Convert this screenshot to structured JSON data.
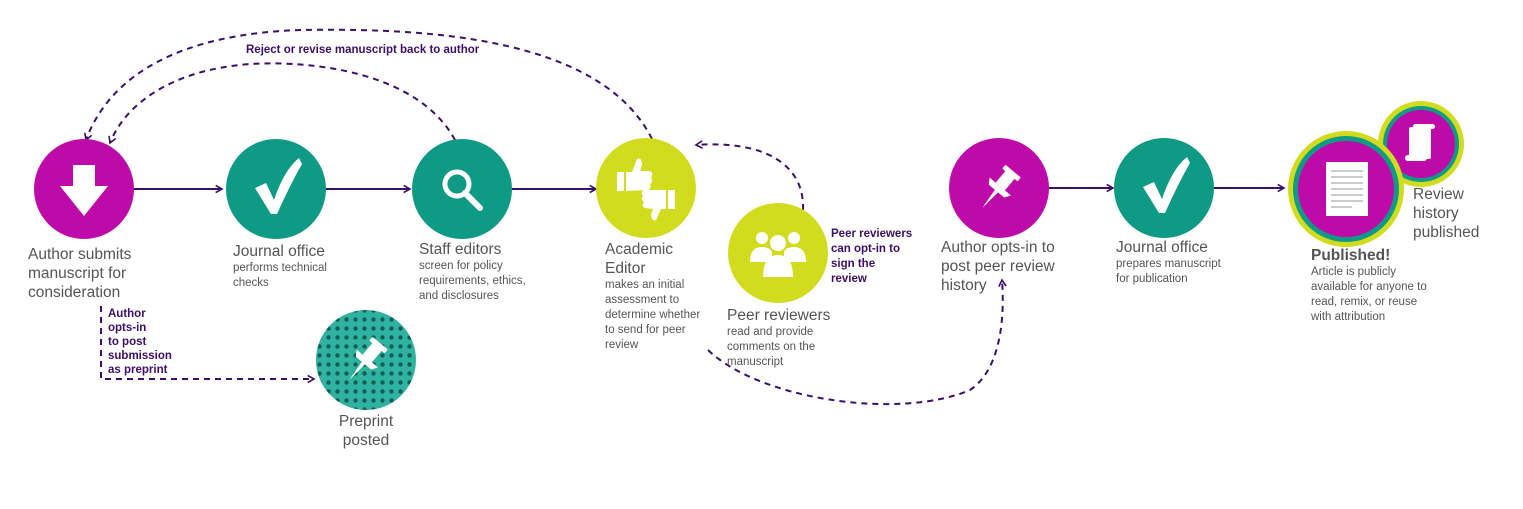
{
  "colors": {
    "magenta": "#be0aa8",
    "teal": "#0f9a85",
    "lime": "#d2dc1e",
    "purple": "#3b0f6b",
    "text": "#555555"
  },
  "steps": {
    "author": {
      "title": "Author submits\nmanuscript for\nconsideration",
      "icon": "download-arrow-icon"
    },
    "journal1": {
      "title": "Journal office",
      "desc": "performs technical\nchecks",
      "icon": "checkmark-icon"
    },
    "staff": {
      "title": "Staff editors",
      "desc": "screen for policy\nrequirements, ethics,\nand disclosures",
      "icon": "magnifier-icon"
    },
    "academic": {
      "title": "Academic\nEditor",
      "desc": "makes an initial\nassessment to\ndetermine whether\nto send for peer\nreview",
      "icon": "thumbs-up-down-icon"
    },
    "peer": {
      "title": "Peer reviewers",
      "desc": "read and provide\ncomments on the\nmanuscript",
      "icon": "people-icon"
    },
    "optin": {
      "title": "Author opts-in to\npost peer review\nhistory",
      "icon": "pushpin-icon"
    },
    "journal2": {
      "title": "Journal office",
      "desc": "prepares manuscript\nfor publication",
      "icon": "checkmark-icon"
    },
    "published": {
      "title": "Published!",
      "desc": "Article is publicly\navailable for anyone to\nread, remix, or reuse\nwith attribution",
      "icon": "document-icon"
    },
    "review_history": {
      "title": "Review\nhistory\npublished",
      "icon": "scroll-icon"
    },
    "preprint": {
      "title": "Preprint\nposted",
      "icon": "pushpin-icon"
    }
  },
  "annotations": {
    "reject": "Reject or revise manuscript back to author",
    "preprint_optin": "Author\nopts-in\nto post\nsubmission\nas preprint",
    "reviewer_sign": "Peer reviewers\ncan opt-in to\nsign the\nreview"
  }
}
